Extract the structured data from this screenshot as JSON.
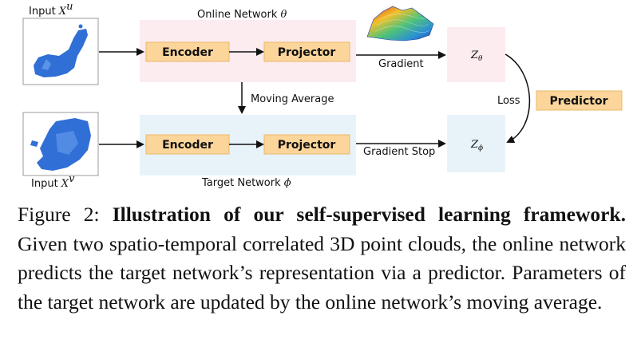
{
  "figure": {
    "input_top": {
      "text": "Input ",
      "sym": "X",
      "sup": "u"
    },
    "input_bottom": {
      "text": "Input ",
      "sym": "X",
      "sup": "v"
    },
    "online_title": {
      "text": "Online Network ",
      "sym": "θ"
    },
    "target_title": {
      "text": "Target Network ",
      "sym": "ϕ"
    },
    "encoder_label": "Encoder",
    "projector_label": "Projector",
    "predictor_label": "Predictor",
    "gradient_label": "Gradient",
    "gradient_stop_label": "Gradient Stop",
    "moving_average_label": "Moving Average",
    "loss_label": "Loss",
    "z_theta": {
      "sym": "Z",
      "sub": "θ"
    },
    "z_phi": {
      "sym": "Z",
      "sub": "ϕ"
    },
    "colors": {
      "online_bg": "#fcebef",
      "target_bg": "#e8f3f9",
      "module_fill": "#fbd59a",
      "module_stroke": "#e8b96a",
      "point_cloud": "#2f6fd6"
    }
  },
  "caption": {
    "prefix": "Figure 2: ",
    "bold": "Illustration of our self-supervised learning framework.",
    "body": " Given two spatio-temporal correlated 3D point clouds, the online network predicts the target network’s representation via a predictor. Parameters of the target network are updated by the online network’s moving average."
  }
}
